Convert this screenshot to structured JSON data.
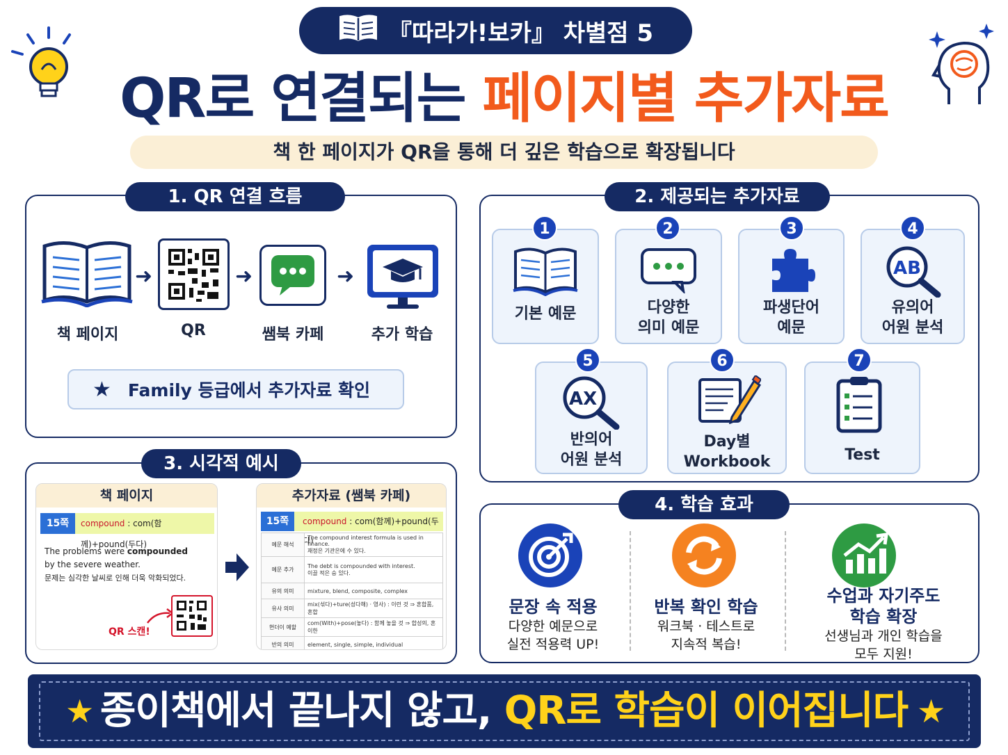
{
  "header": {
    "pill_text": "『따라가!보카』 차별점 5",
    "title_part1": "QR로 연결되는",
    "title_part2": "페이지별 추가자료",
    "subtitle": "책 한 페이지가 QR을 통해 더 깊은 학습으로 확장됩니다"
  },
  "section1": {
    "title": "1. QR 연결 흐름",
    "steps": [
      "책 페이지",
      "QR",
      "쌤북 카페",
      "추가 학습"
    ],
    "note": "Family 등급에서 추가자료 확인"
  },
  "section2": {
    "title": "2. 제공되는 추가자료",
    "items": [
      {
        "num": "1",
        "label1": "기본 예문",
        "label2": ""
      },
      {
        "num": "2",
        "label1": "다양한",
        "label2": "의미 예문"
      },
      {
        "num": "3",
        "label1": "파생단어",
        "label2": "예문"
      },
      {
        "num": "4",
        "label1": "유의어",
        "label2": "어원 분석"
      },
      {
        "num": "5",
        "label1": "반의어",
        "label2": "어원 분석"
      },
      {
        "num": "6",
        "label1": "Day별",
        "label2": "Workbook"
      },
      {
        "num": "7",
        "label1": "Test",
        "label2": ""
      }
    ],
    "icon_ab": "AB",
    "icon_ax": "AX"
  },
  "section3": {
    "title": "3. 시각적 예시",
    "card1": {
      "head": "책 페이지",
      "page": "15쪽",
      "strip_word": "compound",
      "strip_rest": " : com(함께)+pound(두다)",
      "line1a": "The problems were ",
      "line1b": "compounded",
      "line2": "by the severe weather.",
      "line3": "문제는 심각한 날씨로 인해 더욱 악화되었다.",
      "qr_label": "QR 스캔!"
    },
    "card2": {
      "head": "추가자료 (쌤북 카페)",
      "page": "15쪽",
      "strip_word": "compound",
      "strip_rest": " : com(함께)+pound(두다)",
      "rows": [
        {
          "h": "예문 해석",
          "l1": "The compound interest formula is used in finance.",
          "l2": "재정은 기관은에 수 있다."
        },
        {
          "h": "예문 추가",
          "l1": "The debt is compounded with interest.",
          "l2": "이끌 적은 승 있다."
        },
        {
          "h": "유의 의미",
          "l1": "mixture, blend, composite, complex",
          "l2": ""
        },
        {
          "h": "유사 의미",
          "l1": "mix(섞다)+ture(성다해) · 영사) : 이런 것 ⇒ 혼합품, 혼합",
          "l2": ""
        },
        {
          "h": "현더이 예할",
          "l1": "com(With)+pose(놓다) : 함께 놓을 것 ⇒ 합성의, 혼이한",
          "l2": ""
        },
        {
          "h": "반의 의미",
          "l1": "element, single, simple, individual",
          "l2": ""
        }
      ]
    }
  },
  "section4": {
    "title": "4. 학습 효과",
    "effects": [
      {
        "title1": "문장 속 적용",
        "title2": "",
        "desc1": "다양한 예문으로",
        "desc2": "실전 적용력 UP!"
      },
      {
        "title1": "반복 확인 학습",
        "title2": "",
        "desc1": "워크북 · 테스트로",
        "desc2": "지속적 복습!"
      },
      {
        "title1": "수업과 자기주도",
        "title2": "학습 확장",
        "desc1": "선생님과 개인 학습을",
        "desc2": "모두 지원!"
      }
    ]
  },
  "banner": {
    "part1": "종이책에서 끝나지 않고, ",
    "part2": "QR로 학습이 이어집니다"
  },
  "colors": {
    "navy": "#152a63",
    "orange": "#f25a1c",
    "accent_blue": "#1a43b8",
    "yellow": "#ffd21a",
    "green": "#2e9b43"
  }
}
